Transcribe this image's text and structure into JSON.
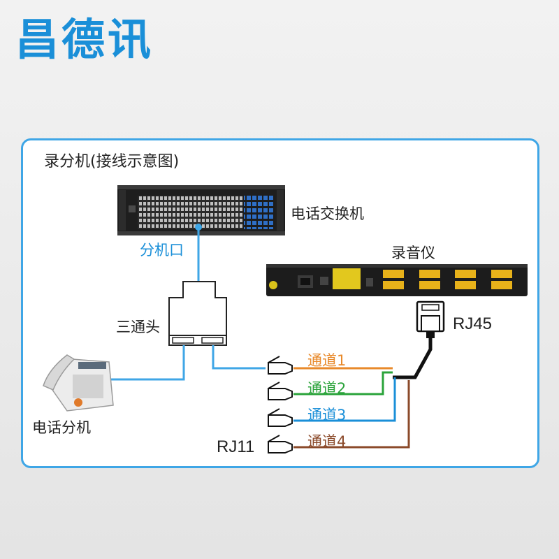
{
  "brand": {
    "name": "昌德讯"
  },
  "panel": {
    "title": "录分机(接线示意图)"
  },
  "devices": {
    "pbx": "电话交换机",
    "extension_port": "分机口",
    "tee": "三通头",
    "recorder": "录音仪",
    "phone": "电话分机"
  },
  "connectors": {
    "rj45": "RJ45",
    "rj11": "RJ11"
  },
  "channels": [
    {
      "label": "通道1",
      "color": "#e8892a"
    },
    {
      "label": "通道2",
      "color": "#2aa33a"
    },
    {
      "label": "通道3",
      "color": "#1a8fd8"
    },
    {
      "label": "通道4",
      "color": "#8b4a2a"
    }
  ],
  "colors": {
    "brand": "#1a8fd8",
    "panel_border": "#3fa6e6",
    "cable_blue": "#3fa6e6"
  }
}
